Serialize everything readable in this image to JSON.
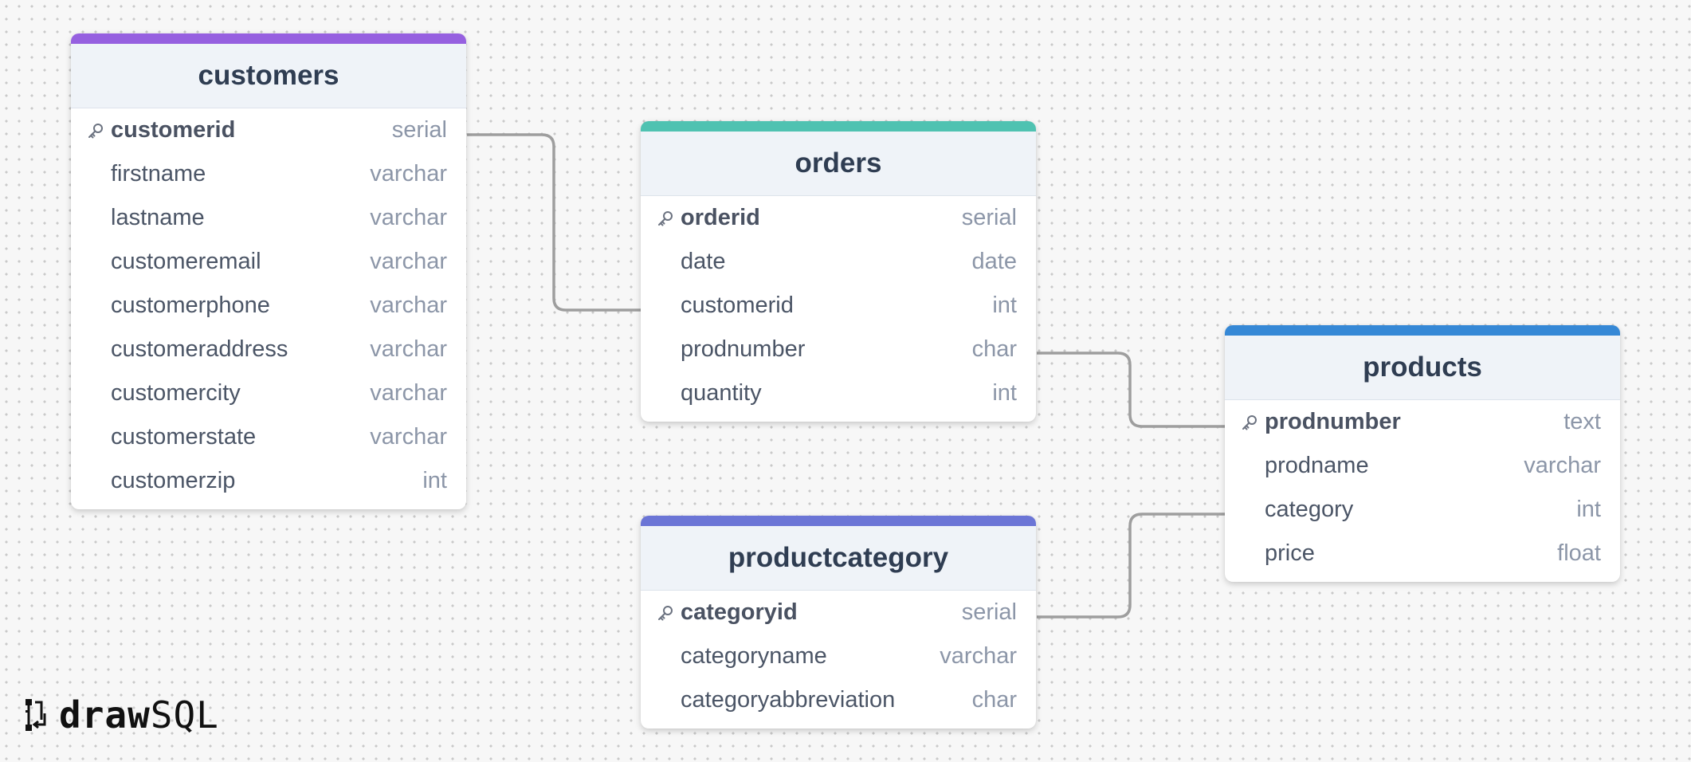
{
  "app": {
    "name": "drawSQL",
    "logo_bold": "draw",
    "logo_light": "SQL"
  },
  "colors": {
    "connector": "#9e9e9e",
    "header_bg": "#eff3f8"
  },
  "tables": {
    "customers": {
      "title": "customers",
      "accent": "#9660e0",
      "columns": [
        {
          "name": "customerid",
          "type": "serial",
          "pk": true
        },
        {
          "name": "firstname",
          "type": "varchar"
        },
        {
          "name": "lastname",
          "type": "varchar"
        },
        {
          "name": "customeremail",
          "type": "varchar"
        },
        {
          "name": "customerphone",
          "type": "varchar"
        },
        {
          "name": "customeraddress",
          "type": "varchar"
        },
        {
          "name": "customercity",
          "type": "varchar"
        },
        {
          "name": "customerstate",
          "type": "varchar"
        },
        {
          "name": "customerzip",
          "type": "int"
        }
      ]
    },
    "orders": {
      "title": "orders",
      "accent": "#4fc2b1",
      "columns": [
        {
          "name": "orderid",
          "type": "serial",
          "pk": true
        },
        {
          "name": "date",
          "type": "date"
        },
        {
          "name": "customerid",
          "type": "int"
        },
        {
          "name": "prodnumber",
          "type": "char"
        },
        {
          "name": "quantity",
          "type": "int"
        }
      ]
    },
    "products": {
      "title": "products",
      "accent": "#3588d6",
      "columns": [
        {
          "name": "prodnumber",
          "type": "text",
          "pk": true
        },
        {
          "name": "prodname",
          "type": "varchar"
        },
        {
          "name": "category",
          "type": "int"
        },
        {
          "name": "price",
          "type": "float"
        }
      ]
    },
    "productcategory": {
      "title": "productcategory",
      "accent": "#6b75d6",
      "columns": [
        {
          "name": "categoryid",
          "type": "serial",
          "pk": true
        },
        {
          "name": "categoryname",
          "type": "varchar"
        },
        {
          "name": "categoryabbreviation",
          "type": "char"
        }
      ]
    }
  },
  "relationships": [
    {
      "from": "customers.customerid",
      "to": "orders.customerid"
    },
    {
      "from": "orders.prodnumber",
      "to": "products.prodnumber"
    },
    {
      "from": "productcategory.categoryid",
      "to": "products.category"
    }
  ]
}
